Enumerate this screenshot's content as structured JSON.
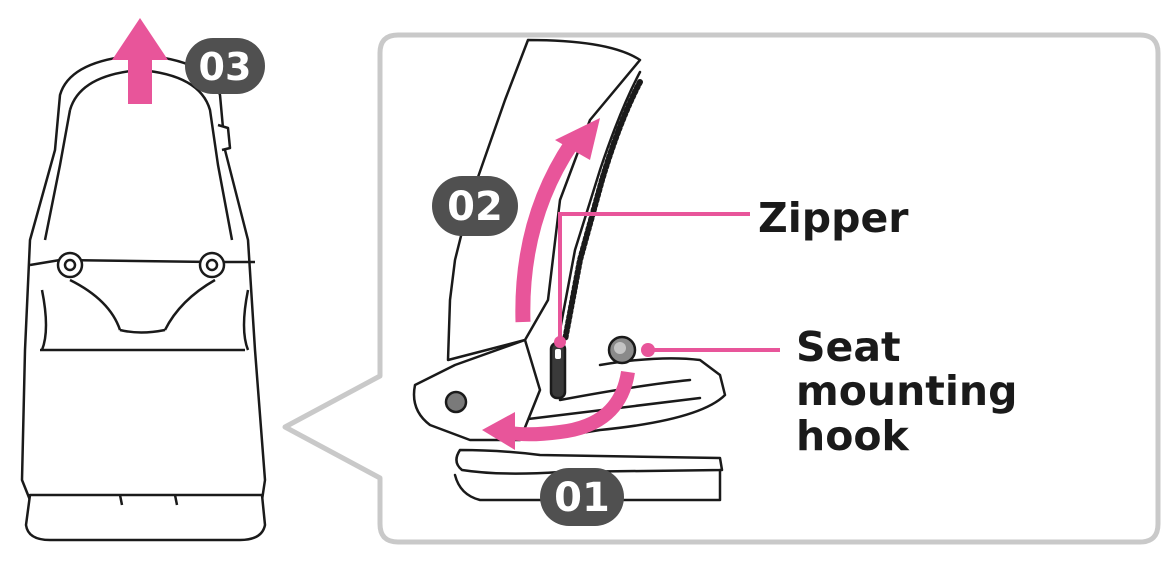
{
  "steps": [
    {
      "number": "01"
    },
    {
      "number": "02"
    },
    {
      "number": "03"
    }
  ],
  "callouts": {
    "zipper": "Zipper",
    "seat_hook_line1": "Seat mounting",
    "seat_hook_line2": "hook"
  },
  "colors": {
    "accent_arrow": "#e8559a",
    "badge": "#505050",
    "outline": "#1a1a1a",
    "frame": "#c9c9c9"
  },
  "icons": {
    "zipper_pull_icon": "zipper-pull",
    "hook_icon": "seat-mounting-hook"
  }
}
